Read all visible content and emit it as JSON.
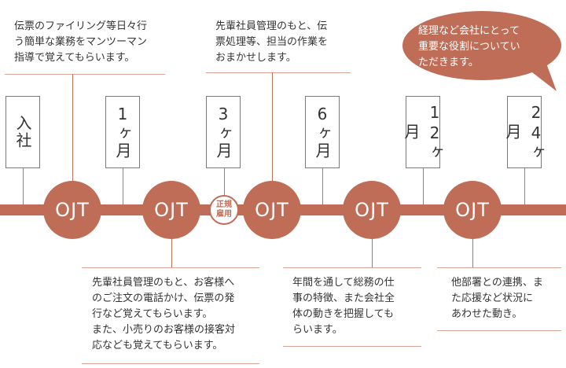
{
  "top_notes": [
    {
      "text": "伝票のファイリング等日々行\nう簡単な業務をマンツーマン\n指導で覚えてもらいます。"
    },
    {
      "text": "先輩社員管理のもと、伝\n票処理等、担当の作業を\nおまかせします。"
    }
  ],
  "bubble": {
    "text": "経理など会社にとって\n重要な役割についてい\nただきます。"
  },
  "milestones": [
    {
      "label": "入社"
    },
    {
      "label": "1ヶ月"
    },
    {
      "label": "3ヶ月"
    },
    {
      "label": "6ヶ月"
    },
    {
      "label": "12ヶ月"
    },
    {
      "label": "24ヶ月"
    }
  ],
  "ojt_label": "OJT",
  "seiki_label": "正規\n雇用",
  "bottom_notes": [
    {
      "text": "先輩社員管理のもと、お客様へ\nのご注文の電話かけ、伝票の発\n行など覚えてもらいます。\nまた、小売りのお客様の接客対\n応なども覚えてもらいます。"
    },
    {
      "text": "年間を通して総務の仕\n事の特徴、また会社全\n体の動きを把握しても\nらいます。"
    },
    {
      "text": "他部署との連携、ま\nた応援など状況に\nあわせた動き。"
    }
  ],
  "colors": {
    "accent": "#c06d57",
    "rule": "#d9a594",
    "text": "#333333"
  }
}
